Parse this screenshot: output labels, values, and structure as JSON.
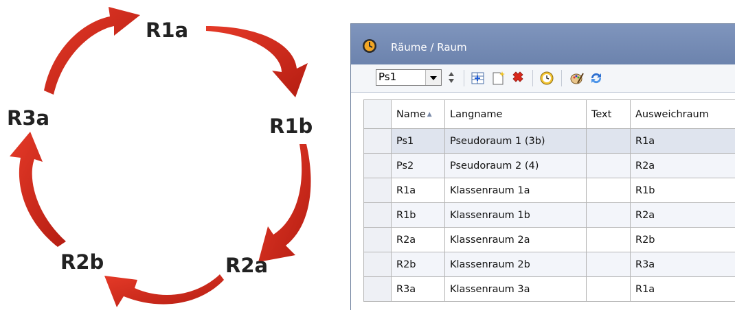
{
  "diagram": {
    "nodes": [
      {
        "id": "r1a",
        "label": "R1a"
      },
      {
        "id": "r1b",
        "label": "R1b"
      },
      {
        "id": "r2a",
        "label": "R2a"
      },
      {
        "id": "r2b",
        "label": "R2b"
      },
      {
        "id": "r3a",
        "label": "R3a"
      }
    ],
    "edges": [
      {
        "from": "r1a",
        "to": "r1b"
      },
      {
        "from": "r1b",
        "to": "r2a"
      },
      {
        "from": "r2a",
        "to": "r2b"
      },
      {
        "from": "r2b",
        "to": "r3a"
      },
      {
        "from": "r3a",
        "to": "r1a"
      }
    ],
    "arrow_color": "#d42a1c"
  },
  "window": {
    "title": "Räume / Raum",
    "icon": "clock-icon",
    "title_bar_color": "#7389b3"
  },
  "toolbar": {
    "room_select_value": "Ps1",
    "icons": [
      "new-row-icon",
      "new-record-icon",
      "delete-icon",
      "time-requests-icon",
      "colors-icon",
      "refresh-icon"
    ]
  },
  "table": {
    "headers": {
      "name": "Name",
      "langname": "Langname",
      "text": "Text",
      "ausweichraum": "Ausweichraum"
    },
    "rows": [
      {
        "name": "Ps1",
        "langname": "Pseudoraum 1 (3b)",
        "text": "",
        "ausweichraum": "R1a"
      },
      {
        "name": "Ps2",
        "langname": "Pseudoraum 2 (4)",
        "text": "",
        "ausweichraum": "R2a"
      },
      {
        "name": "R1a",
        "langname": "Klassenraum 1a",
        "text": "",
        "ausweichraum": "R1b"
      },
      {
        "name": "R1b",
        "langname": "Klassenraum 1b",
        "text": "",
        "ausweichraum": "R2a"
      },
      {
        "name": "R2a",
        "langname": "Klassenraum 2a",
        "text": "",
        "ausweichraum": "R2b"
      },
      {
        "name": "R2b",
        "langname": "Klassenraum 2b",
        "text": "",
        "ausweichraum": "R3a"
      },
      {
        "name": "R3a",
        "langname": "Klassenraum 3a",
        "text": "",
        "ausweichraum": "R1a"
      }
    ],
    "selected_row": 0
  }
}
